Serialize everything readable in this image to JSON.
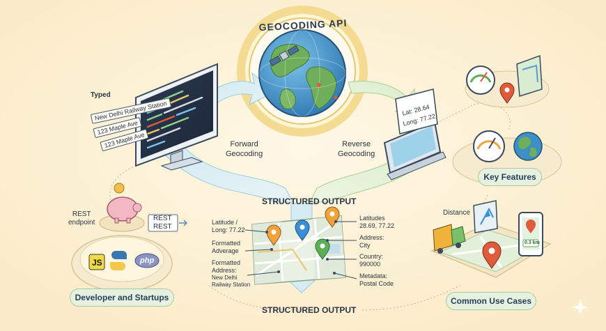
{
  "title": "GEOCODING API",
  "input": {
    "typed_label": "Typed",
    "addresses": [
      "New Delhi Railway Station",
      "123 Maple Ave",
      "123 Maple Ave"
    ]
  },
  "flows": {
    "forward": "Forward\nGeocoding",
    "reverse": "Reverse\nGeocoding"
  },
  "device": {
    "lat": "Lat: 28.64",
    "long": "Long: 77.22"
  },
  "key_features_label": "Key Features",
  "developer": {
    "rest_endpoint": "REST\nendpoint",
    "rest_box": "REST\nREST",
    "js": "JS",
    "php": "php",
    "label": "Developer and Startups"
  },
  "output": {
    "top_heading": "STRUCTURED OUTPUT",
    "bottom_heading": "STRUCTURED OUTPUT",
    "left": [
      {
        "text": "Latitude /\nLong: 77.22"
      },
      {
        "text": "Formatted\nAdverage"
      },
      {
        "text": "Formatted\nAddress:",
        "sub": "New Delhi\nRailway Station"
      }
    ],
    "right": [
      {
        "text": "Latitudes\n28.69, 77.22"
      },
      {
        "text": "Address:\nCity"
      },
      {
        "text": "Country:\n990000"
      },
      {
        "text": "Metadata:\nPostal Code"
      }
    ]
  },
  "use_cases": {
    "distance_label": "Distance",
    "phone_km": "0.3 km",
    "label": "Common Use Cases"
  },
  "colors": {
    "background": "#fdf3dc",
    "ocean": "#3d8fc6",
    "land": "#6fae5a",
    "pin_red": "#e05a3c",
    "pin_blue": "#3a8ed6",
    "pin_orange": "#f0a33a",
    "pin_green": "#5cae57",
    "flow_blue": "#cfe7ef",
    "flow_green": "#dcefcf"
  }
}
